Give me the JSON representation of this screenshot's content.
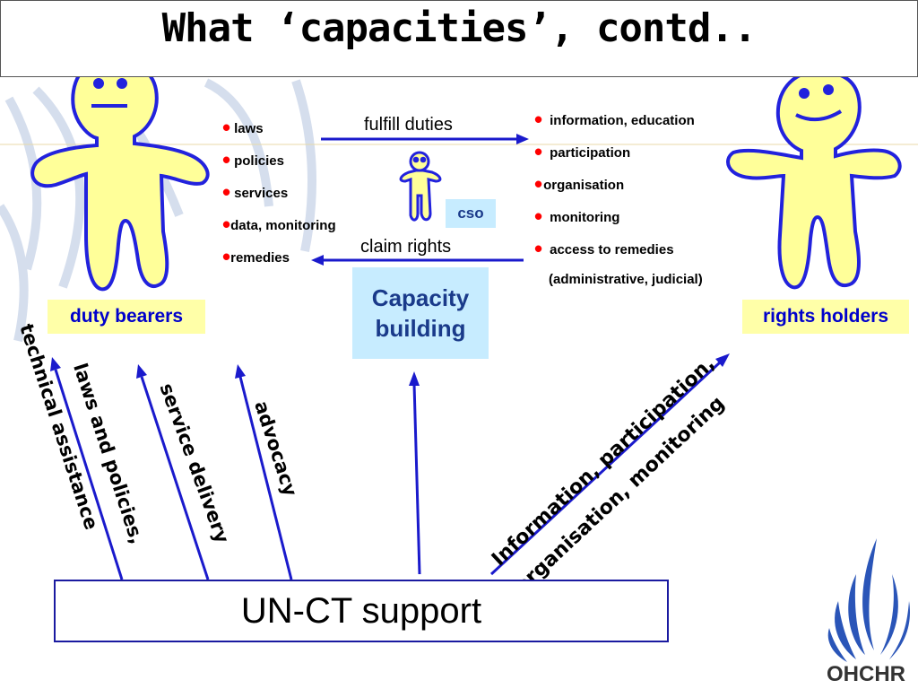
{
  "title": "What ‘capacities’, contd..",
  "duty_bearers_label": "duty bearers",
  "rights_holders_label": "rights holders",
  "duty_list": [
    "laws",
    "policies",
    "services",
    "data, monitoring",
    "remedies"
  ],
  "rights_list": [
    "information,  education",
    "participation",
    "organisation",
    "monitoring",
    "access to remedies"
  ],
  "rights_list_sub": "(administrative,  judicial)",
  "fulfill_duties": "fulfill duties",
  "claim_rights": "claim rights",
  "cso": "cso",
  "capacity_line1": "Capacity",
  "capacity_line2": "building",
  "technical_assistance": "technical assistance",
  "laws_and_policies": "laws and policies,",
  "service_delivery": "service delivery",
  "advocacy": "advocacy",
  "info_line1": "Information, participation,",
  "info_line2": "organisation, monitoring",
  "unct_support": "UN-CT support",
  "logo_text": "OHCHR",
  "colors": {
    "figure_fill": "#ffff99",
    "figure_stroke": "#2222dd",
    "arrow": "#1a1acc",
    "bullet": "#ff0000",
    "label_bg": "#ffffa8"
  }
}
